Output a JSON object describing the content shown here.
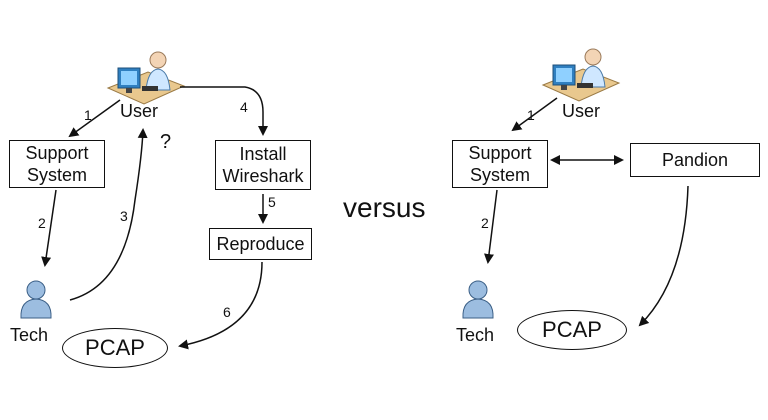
{
  "left": {
    "user_label": "User",
    "support_system": [
      "Support",
      "System"
    ],
    "install_wireshark": [
      "Install",
      "Wireshark"
    ],
    "reproduce": "Reproduce",
    "tech_label": "Tech",
    "pcap": "PCAP",
    "question_mark": "?",
    "step_labels": [
      "1",
      "2",
      "3",
      "4",
      "5",
      "6"
    ]
  },
  "versus": "versus",
  "right": {
    "user_label": "User",
    "support_system": [
      "Support",
      "System"
    ],
    "pandion": "Pandion",
    "tech_label": "Tech",
    "pcap": "PCAP",
    "step_labels": [
      "1",
      "2"
    ]
  }
}
